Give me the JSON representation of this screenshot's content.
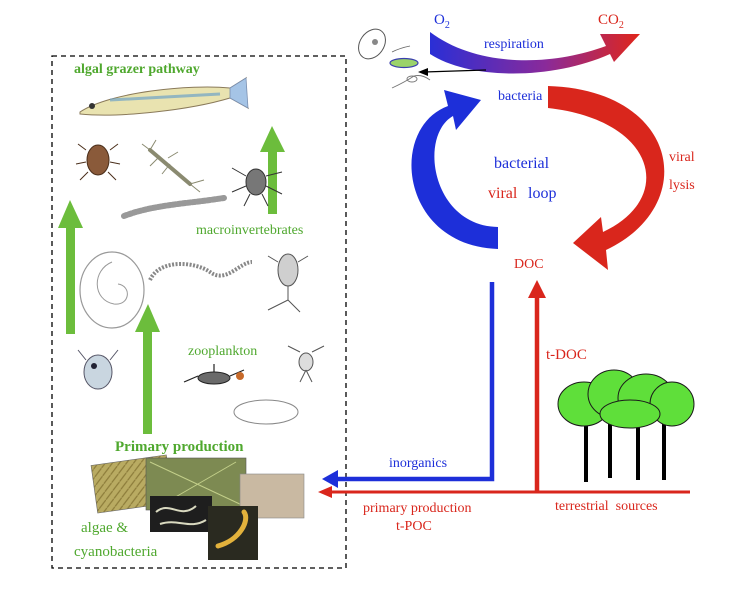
{
  "colors": {
    "green_label": "#4fa82e",
    "green_arrow": "#6cbd3c",
    "blue": "#1d2fd9",
    "red": "#d9261c",
    "purple": "#5b2aa0",
    "black": "#000000"
  },
  "box": {
    "title": "algal grazer pathway",
    "macroinvertebrates": "macroinvertebrates",
    "zooplankton": "zooplankton",
    "primary_production": "Primary production",
    "algae_line1": "algae &",
    "algae_line2": "cyanobacteria"
  },
  "loop": {
    "o2_main": "O",
    "o2_sub": "2",
    "co2_main": "CO",
    "co2_sub": "2",
    "respiration": "respiration",
    "bacteria": "bacteria",
    "bacterial": "bacterial",
    "viral": "viral",
    "loop_word": "loop",
    "viral_right": "viral",
    "lysis": "lysis",
    "doc": "DOC"
  },
  "flows": {
    "t_doc": "t-DOC",
    "inorganics": "inorganics",
    "primary_production": "primary production",
    "t_poc": "t-POC",
    "terrestrial_sources": "terrestrial  sources"
  },
  "icons": [
    "fish-icon",
    "beetle-icon",
    "mayfly-larva-icon",
    "aphid-icon",
    "caddis-larva-icon",
    "snail-icon",
    "worm-icon",
    "copepod-icon",
    "daphnia-icon",
    "nauplius-icon",
    "ostracod-icon",
    "ciliate-icon",
    "flagellate-icon",
    "algae-photo",
    "tree-icon"
  ]
}
